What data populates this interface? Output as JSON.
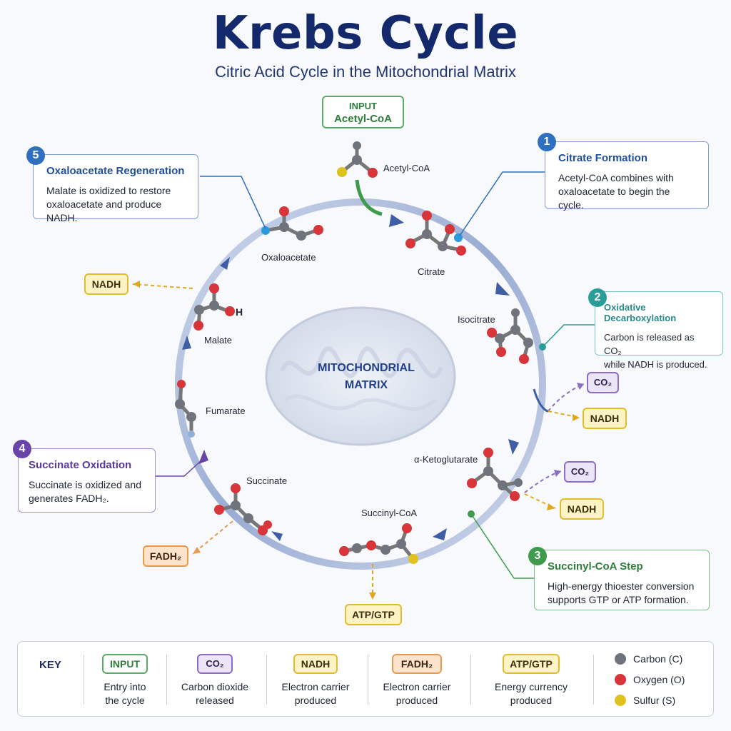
{
  "title": "Krebs Cycle",
  "subtitle": "Citric Acid Cycle in the Mitochondrial Matrix",
  "input": {
    "tag": "INPUT",
    "name": "Acetyl-CoA",
    "molecule_label": "Acetyl-CoA"
  },
  "center": {
    "line1": "MITOCHONDRIAL",
    "line2": "MATRIX"
  },
  "molecules": {
    "oxaloacetate": "Oxaloacetate",
    "citrate": "Citrate",
    "isocitrate": "Isocitrate",
    "alpha_ketoglutarate": "α-Ketoglutarate",
    "succinyl_coa": "Succinyl-CoA",
    "succinate": "Succinate",
    "fumarate": "Fumarate",
    "malate": "Malate",
    "malate_h": "H"
  },
  "steps": [
    {
      "number": "1",
      "title": "Citrate Formation",
      "line1": "Acetyl-CoA combines with",
      "line2": "oxaloacetate to begin the cycle.",
      "color": "#2f6fc0"
    },
    {
      "number": "2",
      "title": "Oxidative Decarboxylation",
      "line1": "Carbon is released as CO₂",
      "line2": "while NADH is produced.",
      "color": "#2a9d9a"
    },
    {
      "number": "3",
      "title": "Succinyl-CoA Step",
      "line1": "High-energy thioester conversion",
      "line2": "supports GTP or ATP formation.",
      "color": "#3e9a4c"
    },
    {
      "number": "4",
      "title": "Succinate Oxidation",
      "line1": "Succinate is oxidized and",
      "line2": "generates FADH₂.",
      "color": "#6a44a8"
    },
    {
      "number": "5",
      "title": "Oxaloacetate Regeneration",
      "line1": "Malate is oxidized to restore",
      "line2": "oxaloacetate and produce NADH.",
      "color": "#2f6fc0"
    }
  ],
  "products": {
    "nadh": "NADH",
    "co2": "CO₂",
    "fadh2": "FADH₂",
    "atp_gtp": "ATP/GTP"
  },
  "key": {
    "title": "KEY",
    "items": [
      {
        "chip": "INPUT",
        "line1": "Entry into",
        "line2": "the cycle"
      },
      {
        "chip": "CO₂",
        "line1": "Carbon dioxide",
        "line2": "released"
      },
      {
        "chip": "NADH",
        "line1": "Electron carrier",
        "line2": "produced"
      },
      {
        "chip": "FADH₂",
        "line1": "Electron carrier",
        "line2": "produced"
      },
      {
        "chip": "ATP/GTP",
        "line1": "Energy currency",
        "line2": "produced"
      }
    ],
    "atoms": [
      {
        "label": "Carbon (C)",
        "color": "#6f747c"
      },
      {
        "label": "Oxygen (O)",
        "color": "#d8353a"
      },
      {
        "label": "Sulfur (S)",
        "color": "#e0c21e"
      }
    ]
  }
}
